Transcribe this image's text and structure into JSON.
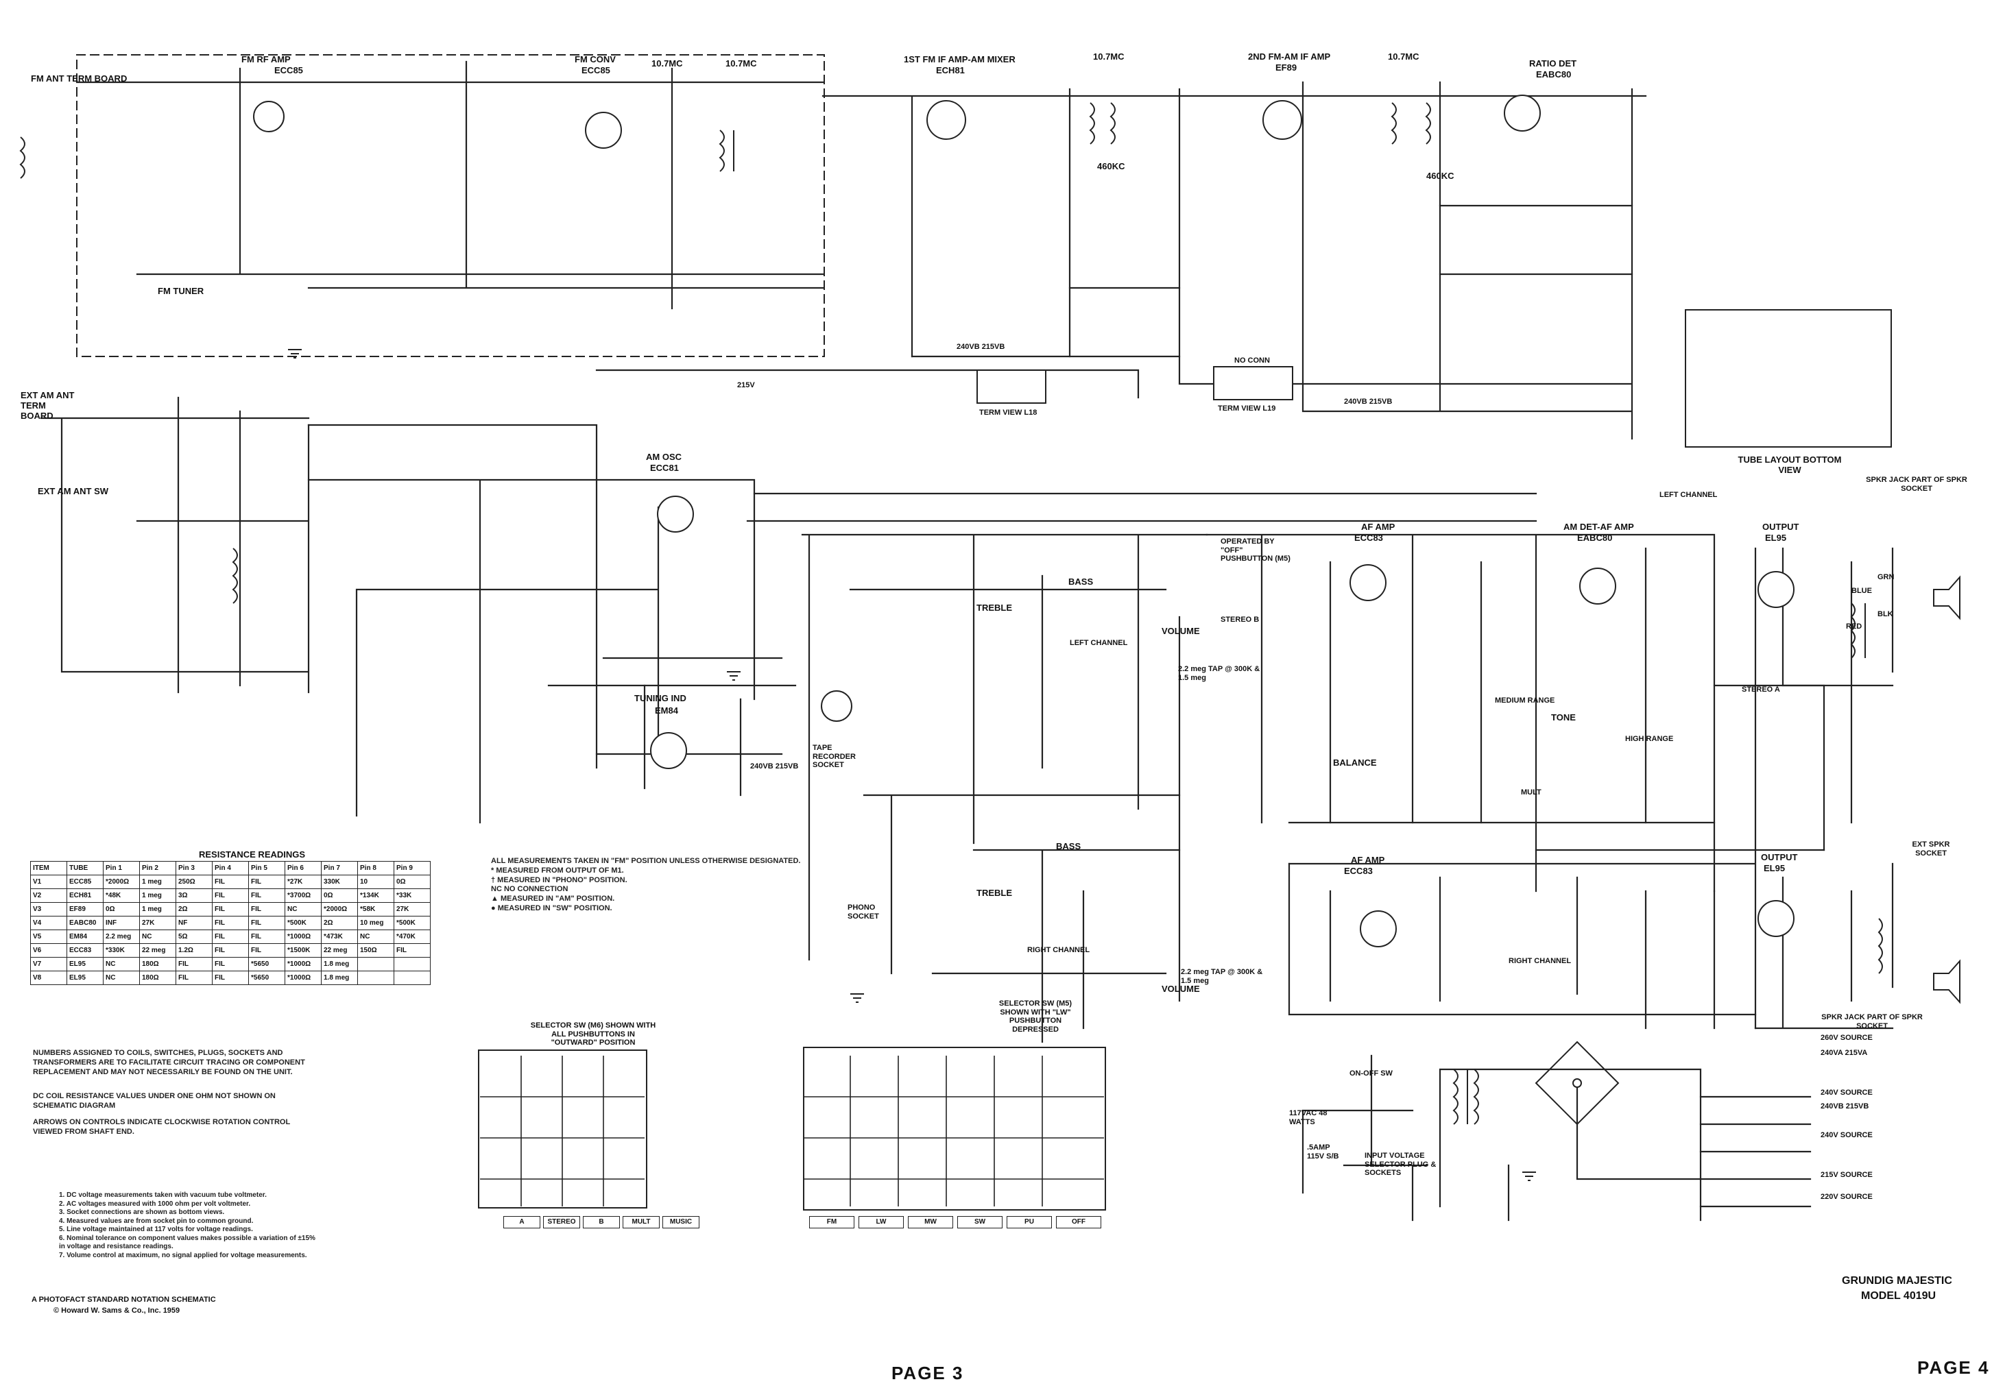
{
  "sections": {
    "fm_tuner": "FM TUNER",
    "fm_ant_board": "FM ANT TERM BOARD",
    "fm_rf_amp": "FM RF AMP",
    "fm_rf_amp_tube": "ECC85",
    "fm_conv": "FM CONV",
    "fm_conv_tube": "ECC85",
    "first_if_amp": "1ST FM IF AMP-AM MIXER",
    "first_if_tube": "ECH81",
    "second_if_amp": "2ND FM-AM IF AMP",
    "second_if_tube": "EF89",
    "ratio_det": "RATIO DET",
    "ratio_det_tube": "EABC80",
    "ext_am_ant": "EXT AM ANT TERM BOARD",
    "ext_am_ant_sw": "EXT AM ANT SW",
    "am_osc": "AM OSC",
    "am_osc_tube": "ECC81",
    "tuning_ind": "TUNING IND",
    "tuning_ind_tube": "EM84",
    "tube_layout": "TUBE LAYOUT BOTTOM VIEW",
    "spkr_jack_top": "SPKR JACK PART OF SPKR SOCKET",
    "spkr_jack_bottom": "SPKR JACK PART OF SPKR SOCKET",
    "ext_spkr_socket": "EXT SPKR SOCKET",
    "left_channel": "LEFT CHANNEL",
    "right_channel": "RIGHT CHANNEL",
    "left_channel_2": "LEFT CHANNEL",
    "right_channel_2": "RIGHT CHANNEL",
    "af_amp_top": "AF AMP",
    "af_amp_top_tube": "ECC83",
    "am_det_af": "AM DET-AF AMP",
    "am_det_af_tube": "EABC80",
    "output_top": "OUTPUT",
    "output_top_tube": "EL95",
    "af_amp_bottom": "AF AMP",
    "af_amp_bottom_tube": "ECC83",
    "output_bottom": "OUTPUT",
    "output_bottom_tube": "EL95",
    "tape_socket": "TAPE RECORDER SOCKET",
    "phono_socket": "PHONO SOCKET",
    "term_view_l18": "TERM VIEW L18",
    "term_view_l19": "TERM VIEW L19",
    "no_conn": "NO CONN",
    "on_off_sw": "ON-OFF SW",
    "input_voltage": "INPUT VOLTAGE SELECTOR PLUG & SOCKETS",
    "operated_by_off": "OPERATED BY \"OFF\" PUSHBUTTON (M5)"
  },
  "controls": [
    "TREBLE",
    "BASS",
    "VOLUME",
    "BALANCE",
    "TONE",
    "TREBLE",
    "BASS",
    "VOLUME"
  ],
  "labels": {
    "freq_107_a": "10.7MC",
    "freq_107_b": "10.7MC",
    "freq_107_c": "10.7MC",
    "freq_107_d": "10.7MC",
    "freq_460_a": "460KC",
    "freq_460_b": "460KC",
    "medium_range": "MEDIUM RANGE",
    "high_range": "HIGH RANGE",
    "stereo_a": "STEREO A",
    "stereo_b": "STEREO B",
    "mult": "MULT",
    "pu": "PU",
    "lw": "LW",
    "sw": "SW",
    "mw": "MW",
    "fm": "FM",
    "tap_1": "2.2 meg TAP @ 300K & 1.5 meg",
    "tap_2": "2.2 meg TAP @ 300K & 1.5 meg",
    "v215": "215V",
    "v240b": "240VB 215VB",
    "blue": "BLUE",
    "grn": "GRN",
    "blk": "BLK",
    "red": "RED",
    "ac_in": "117VAC 48 WATTS",
    "amp_fuse": ".5AMP 115V S/B"
  },
  "supply": {
    "title": "",
    "lines": [
      "260V SOURCE",
      "240VA 215VA",
      "240V SOURCE",
      "240VB 215VB",
      "240V SOURCE",
      "215V SOURCE",
      "220V SOURCE"
    ]
  },
  "resistance_table": {
    "title": "RESISTANCE READINGS",
    "headers": [
      "ITEM",
      "TUBE",
      "Pin 1",
      "Pin 2",
      "Pin 3",
      "Pin 4",
      "Pin 5",
      "Pin 6",
      "Pin 7",
      "Pin 8",
      "Pin 9"
    ],
    "rows": [
      [
        "V1",
        "ECC85",
        "*2000Ω",
        "1 meg",
        "250Ω",
        "FIL",
        "FIL",
        "*27K",
        "330K",
        "10",
        "0Ω"
      ],
      [
        "V2",
        "ECH81",
        "*48K",
        "1 meg",
        "3Ω",
        "FIL",
        "FIL",
        "*3700Ω",
        "0Ω",
        "*134K",
        "*33K"
      ],
      [
        "V3",
        "EF89",
        "0Ω",
        "1 meg",
        "2Ω",
        "FIL",
        "FIL",
        "NC",
        "*2000Ω",
        "*58K",
        "27K"
      ],
      [
        "V4",
        "EABC80",
        "INF",
        "27K",
        "NF",
        "FIL",
        "FIL",
        "*500K",
        "2Ω",
        "10 meg",
        "*500K"
      ],
      [
        "V5",
        "EM84",
        "2.2 meg",
        "NC",
        "5Ω",
        "FIL",
        "FIL",
        "*1000Ω",
        "*473K",
        "NC",
        "*470K"
      ],
      [
        "V6",
        "ECC83",
        "*330K",
        "22 meg",
        "1.2Ω",
        "FIL",
        "FIL",
        "*1500K",
        "22 meg",
        "150Ω",
        "FIL"
      ],
      [
        "V7",
        "EL95",
        "NC",
        "180Ω",
        "FIL",
        "FIL",
        "*5650",
        "*1000Ω",
        "1.8 meg",
        "",
        ""
      ],
      [
        "V8",
        "EL95",
        "NC",
        "180Ω",
        "FIL",
        "FIL",
        "*5650",
        "*1000Ω",
        "1.8 meg",
        "",
        ""
      ]
    ]
  },
  "measure_notes": [
    "ALL MEASUREMENTS TAKEN IN \"FM\" POSITION UNLESS OTHERWISE DESIGNATED.",
    "* MEASURED FROM OUTPUT OF M1.",
    "† MEASURED IN \"PHONO\" POSITION.",
    "NC NO CONNECTION",
    "▲ MEASURED IN \"AM\" POSITION.",
    "● MEASURED IN \"SW\" POSITION."
  ],
  "general_notes": [
    "NUMBERS ASSIGNED TO COILS, SWITCHES, PLUGS, SOCKETS AND TRANSFORMERS ARE TO FACILITATE CIRCUIT TRACING OR COMPONENT REPLACEMENT AND MAY NOT NECESSARILY BE FOUND ON THE UNIT.",
    "DC COIL RESISTANCE VALUES UNDER ONE OHM NOT SHOWN ON SCHEMATIC DIAGRAM",
    "ARROWS ON CONTROLS INDICATE CLOCKWISE ROTATION CONTROL VIEWED FROM SHAFT END."
  ],
  "numbered_notes": [
    "1. DC voltage measurements taken with vacuum tube voltmeter.",
    "2. AC voltages measured with 1000 ohm per volt voltmeter.",
    "3. Socket connections are shown as bottom views.",
    "4. Measured values are from socket pin to common ground.",
    "5. Line voltage maintained at 117 volts for voltage readings.",
    "6. Nominal tolerance on component values makes possible a variation of ±15% in voltage and resistance readings.",
    "7. Volume control at maximum, no signal applied for voltage measurements."
  ],
  "photofact": "A PHOTOFACT STANDARD NOTATION SCHEMATIC",
  "photofact_credit": "© Howard W. Sams & Co., Inc. 1959",
  "selector_m6": {
    "title": "SELECTOR SW (M6) SHOWN WITH ALL PUSHBUTTONS IN \"OUTWARD\" POSITION",
    "tabs": [
      "A",
      "STEREO",
      "B",
      "MULT",
      "MUSIC"
    ]
  },
  "selector_m5": {
    "title": "SELECTOR SW (M5) SHOWN WITH \"LW\" PUSHBUTTON DEPRESSED",
    "tabs": [
      "FM",
      "LW",
      "MW",
      "SW",
      "PU",
      "OFF"
    ]
  },
  "model": {
    "brand": "GRUNDIG MAJESTIC",
    "model": "MODEL 4019U"
  },
  "pages": {
    "left": "PAGE 3",
    "right": "PAGE 4"
  }
}
